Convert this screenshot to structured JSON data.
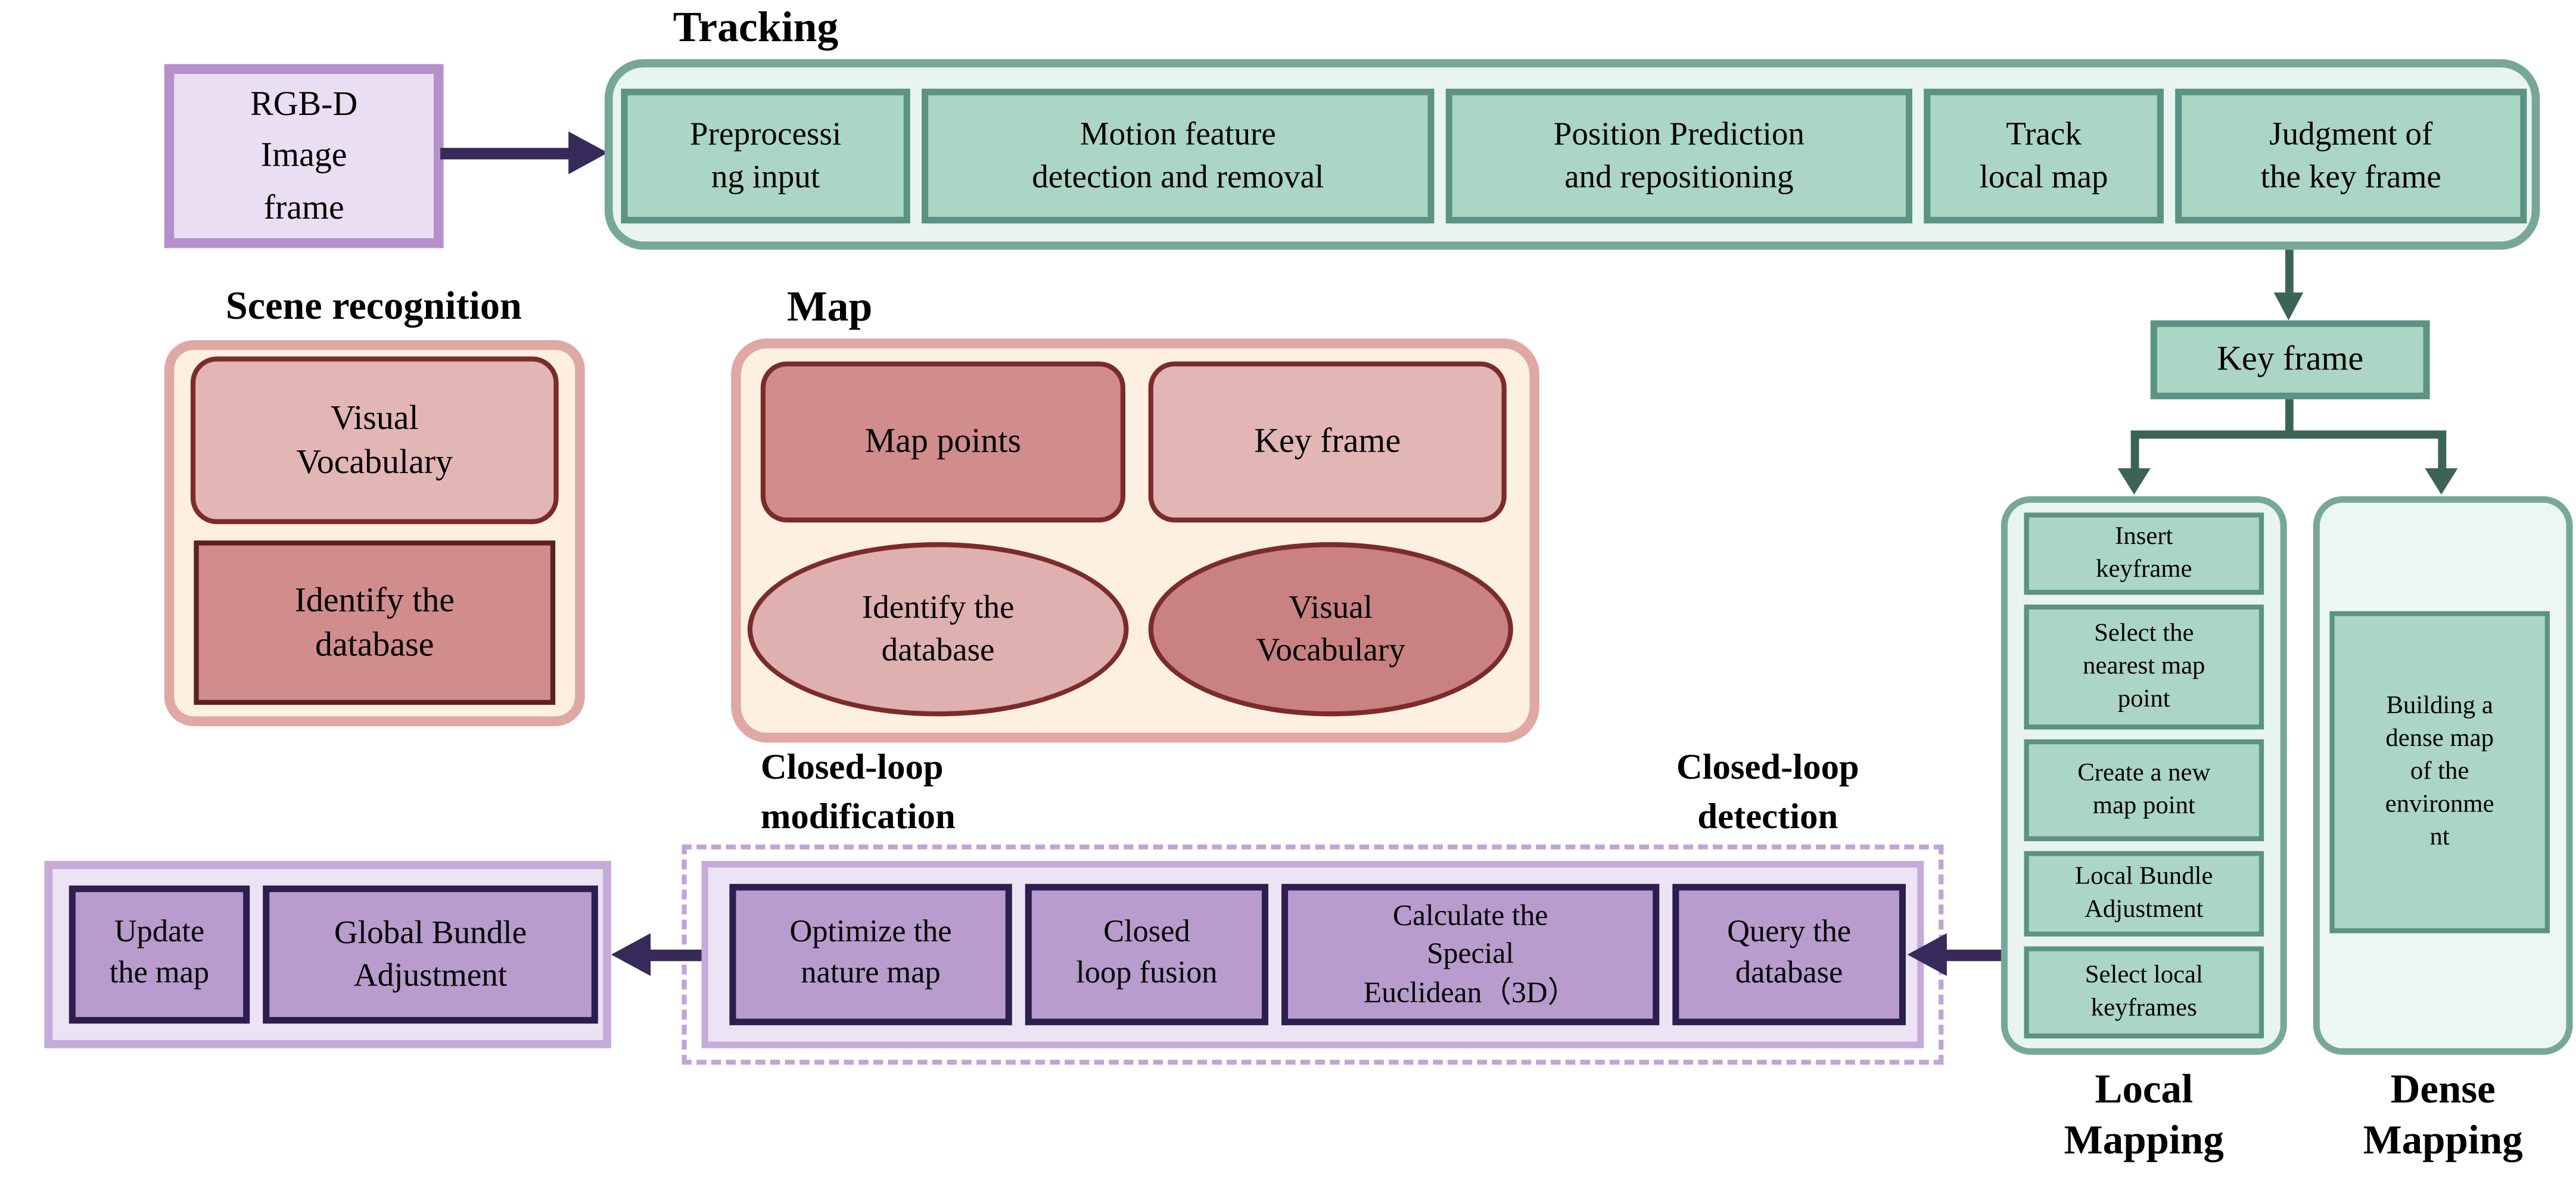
{
  "colors": {
    "teal_fill": "#abd5c5",
    "teal_border": "#5b9384",
    "teal_container_fill": "#e9f4f0",
    "dense_container_fill": "#edf7f2",
    "teal_container_border": "#78a79a",
    "teal_arrow": "#3c6456",
    "purple_arrow": "#37295a",
    "rgbd_fill": "#e9def2",
    "rgbd_border": "#b690c9",
    "purple_box_fill": "#b79ccd",
    "purple_box_border": "#2c1e4e",
    "purple_container_fill": "#ece3f4",
    "purple_container_border": "#c4abd9",
    "dashed_border": "#bfa6d6",
    "cream_fill": "#fdf0e0",
    "pink_border": "#dfa8a4",
    "rose_light": "#e3b6b6",
    "rose_dark": "#d18c8c",
    "rose_border": "#7c2b2b",
    "rose_border_dark": "#5e2020",
    "ellipse_light": "#deb0b0",
    "ellipse_dark": "#c98181"
  },
  "rgbd": {
    "label": "RGB-D\nImage\nframe"
  },
  "tracking": {
    "title": "Tracking",
    "boxes": [
      "Preprocessi\nng input",
      "Motion feature\ndetection and removal",
      "Position Prediction\nand repositioning",
      "Track\nlocal map",
      "Judgment of\nthe key frame"
    ]
  },
  "key_frame": {
    "label": "Key frame"
  },
  "scene_recognition": {
    "title": "Scene recognition",
    "visual_vocabulary": "Visual\nVocabulary",
    "identify_database": "Identify the\ndatabase"
  },
  "map": {
    "title": "Map",
    "map_points": "Map points",
    "key_frame": "Key frame",
    "identify_database": "Identify the\ndatabase",
    "visual_vocabulary": "Visual\nVocabulary"
  },
  "local_mapping": {
    "label": "Local\nMapping",
    "boxes": [
      "Insert\nkeyframe",
      "Select the\nnearest map\npoint",
      "Create a new\nmap point",
      "Local Bundle\nAdjustment",
      "Select local\nkeyframes"
    ]
  },
  "dense_mapping": {
    "label": "Dense\nMapping",
    "box": "Building a\ndense map\nof the\nenvironme\nnt"
  },
  "closed_loop": {
    "modification_label": "Closed-loop\nmodification",
    "detection_label": "Closed-loop\ndetection",
    "boxes": [
      "Optimize the\nnature map",
      "Closed\nloop fusion",
      "Calculate the\nSpecial\nEuclidean（3D）",
      "Query the\ndatabase"
    ]
  },
  "global_ba": {
    "boxes": [
      "Update\nthe map",
      "Global Bundle\nAdjustment"
    ]
  }
}
